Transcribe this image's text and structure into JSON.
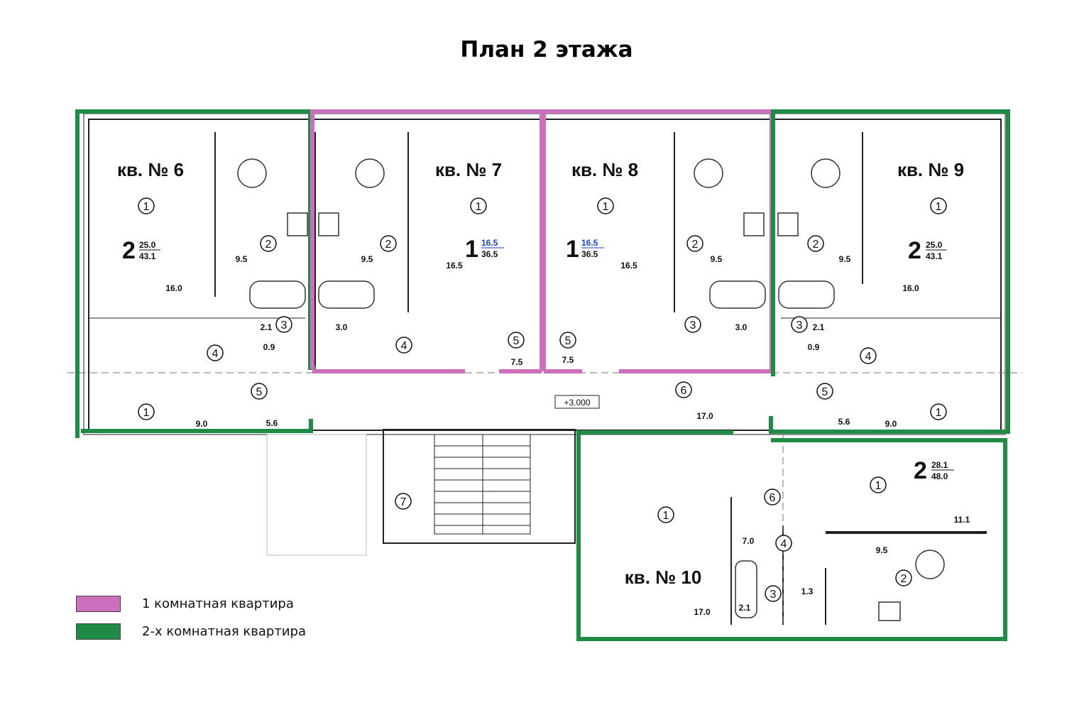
{
  "title": "План 2 этажа",
  "colors": {
    "one_room": "#cc6fbd",
    "two_room": "#1e8c46",
    "walls": "#222222"
  },
  "level_mark": "+3.000",
  "apartments": [
    {
      "label": "кв. № 6",
      "rooms_count": "2",
      "living_area": "25.0",
      "total_area": "43.1",
      "type": "two_room"
    },
    {
      "label": "кв. № 7",
      "rooms_count": "1",
      "living_area": "16.5",
      "total_area": "36.5",
      "type": "one_room"
    },
    {
      "label": "кв. № 8",
      "rooms_count": "1",
      "living_area": "16.5",
      "total_area": "36.5",
      "type": "one_room"
    },
    {
      "label": "кв. № 9",
      "rooms_count": "2",
      "living_area": "25.0",
      "total_area": "43.1",
      "type": "two_room"
    },
    {
      "label": "кв. № 10",
      "rooms_count": "2",
      "living_area": "28.1",
      "total_area": "48.0",
      "type": "two_room"
    }
  ],
  "room_numbers": [
    "1",
    "2",
    "3",
    "4",
    "5",
    "6",
    "7"
  ],
  "areas": [
    "16.0",
    "9.5",
    "2.1",
    "0.9",
    "9.0",
    "5.6",
    "9.5",
    "3.0",
    "7.5",
    "16.5",
    "16.5",
    "7.5",
    "9.5",
    "3.0",
    "9.5",
    "16.0",
    "2.1",
    "0.9",
    "5.6",
    "9.0",
    "17.0",
    "11.1",
    "9.5",
    "7.0",
    "1.3",
    "2.1",
    "17.0"
  ],
  "legend": [
    {
      "label": "1 комнатная квартира",
      "color": "#cc6fbd"
    },
    {
      "label": "2-х комнатная квартира",
      "color": "#1e8c46"
    }
  ]
}
